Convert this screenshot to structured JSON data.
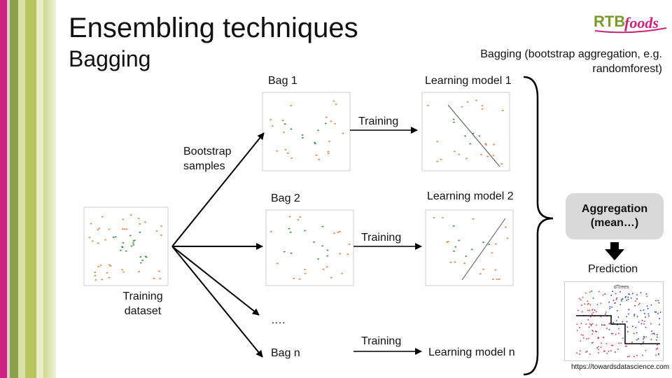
{
  "title": "Ensembling techniques",
  "subtitle": "Bagging",
  "logo": {
    "text_rtb": "RTB",
    "text_foods": "foods"
  },
  "bagging_note": "Bagging (bootstrap aggregation, e.g. randomforest)",
  "training_dataset_label": "Training dataset",
  "bootstrap_label": "Bootstrap samples",
  "bags": [
    {
      "label": "Bag 1",
      "model_label": "Learning model 1",
      "training_label": "Training"
    },
    {
      "label": "Bag 2",
      "model_label": "Learning model 2",
      "training_label": "Training"
    },
    {
      "label": "Bag n",
      "model_label": "Learning model n",
      "training_label": "Training"
    }
  ],
  "ellipsis": "….",
  "aggregation_label": "Aggregation (mean…)",
  "prediction_label": "Prediction",
  "thumbnail_title": "dTrees",
  "source_url": "https://towardsdatascience.com",
  "colors": {
    "dot_orange": "#e07b3a",
    "dot_green": "#3a8a3a",
    "agg_box": "#d9d9d9",
    "accent_magenta": "#c9237d"
  }
}
